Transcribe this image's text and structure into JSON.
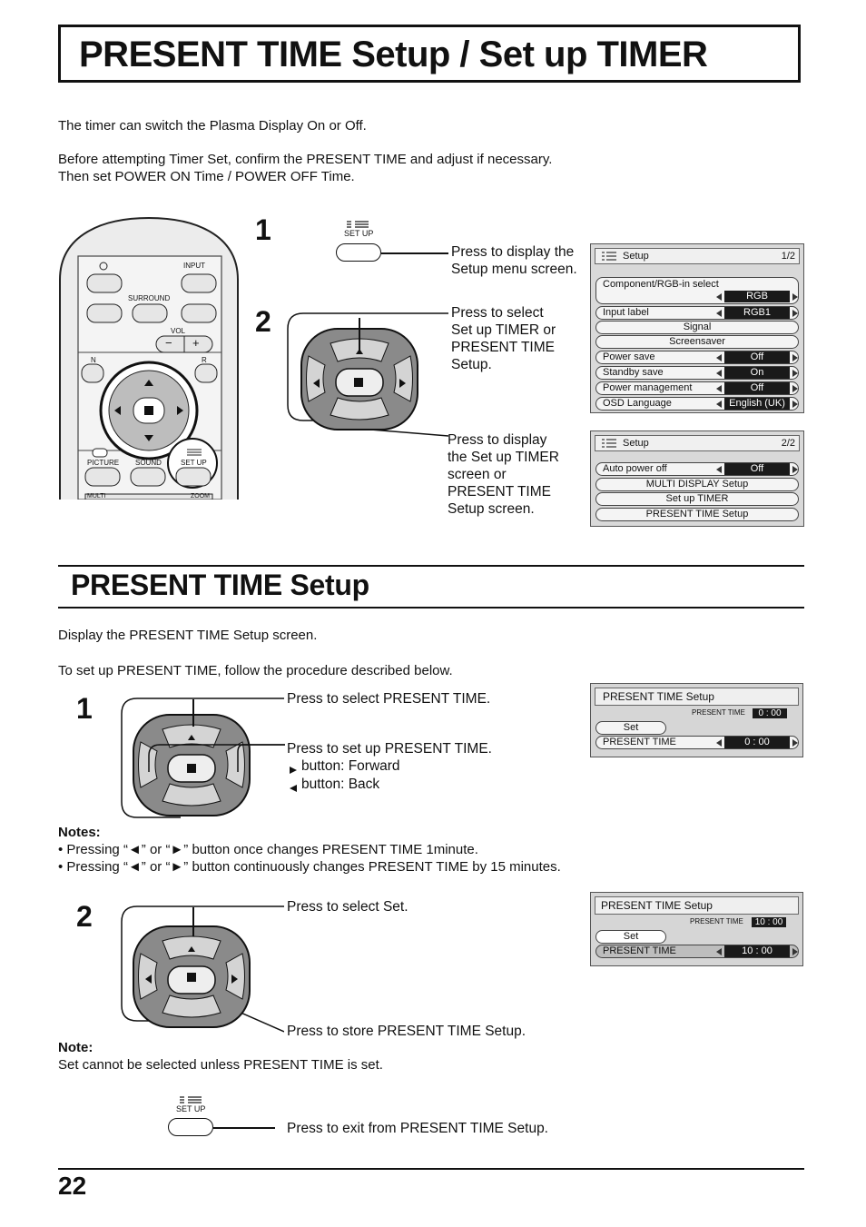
{
  "page_title": "PRESENT TIME Setup / Set up TIMER",
  "intro": {
    "line1": "The timer can switch the Plasma Display On or Off.",
    "line2": "Before attempting Timer Set, confirm the PRESENT TIME and adjust if necessary.",
    "line3": "Then set POWER ON Time / POWER OFF Time."
  },
  "steps_top": {
    "step1_num": "1",
    "step2_num": "2",
    "setup_icon_label": "SET UP",
    "callout1_l1": "Press to display the",
    "callout1_l2": "Setup menu screen.",
    "callout2_l1": "Press to select",
    "callout2_l2": "Set up TIMER or",
    "callout2_l3": "PRESENT TIME",
    "callout2_l4": "Setup.",
    "callout3_l1": "Press to display",
    "callout3_l2": "the Set up TIMER",
    "callout3_l3": "screen or",
    "callout3_l4": "PRESENT TIME",
    "callout3_l5": "Setup screen."
  },
  "remote": {
    "input": "INPUT",
    "surround": "SURROUND",
    "vol": "VOL",
    "minus": "−",
    "plus": "+",
    "n": "N",
    "r": "R",
    "picture": "PICTURE",
    "sound": "SOUND",
    "setup": "SET UP",
    "multi": "MULTI",
    "zoom": "ZOOM"
  },
  "menu1": {
    "title": "Setup",
    "page": "1/2",
    "rows": [
      {
        "label": "Component/RGB-in  select",
        "value": "RGB"
      },
      {
        "label": "Input label",
        "value": "RGB1"
      },
      {
        "label": "Signal"
      },
      {
        "label": "Screensaver"
      },
      {
        "label": "Power save",
        "value": "Off"
      },
      {
        "label": "Standby save",
        "value": "On"
      },
      {
        "label": "Power management",
        "value": "Off"
      },
      {
        "label": "OSD  Language",
        "value": "English (UK)"
      }
    ]
  },
  "menu2": {
    "title": "Setup",
    "page": "2/2",
    "rows": [
      {
        "label": "Auto power off",
        "value": "Off"
      },
      {
        "label": "MULTI DISPLAY Setup"
      },
      {
        "label": "Set up TIMER"
      },
      {
        "label": "PRESENT  TIME  Setup"
      }
    ]
  },
  "section2": {
    "title": "PRESENT TIME Setup",
    "line1": "Display the PRESENT TIME Setup screen.",
    "line2": "To set up PRESENT TIME, follow the procedure described below.",
    "step1_num": "1",
    "step1_c1": "Press to select PRESENT TIME.",
    "step1_c2": "Press to set up PRESENT TIME.",
    "step1_c3": "button: Forward",
    "step1_c4": "button: Back",
    "notes_title": "Notes:",
    "note1": "• Pressing “◄” or “►” button once changes PRESENT TIME 1minute.",
    "note2": "• Pressing “◄” or “►” button continuously changes PRESENT TIME by 15 minutes.",
    "step2_num": "2",
    "step2_c1": "Press to select Set.",
    "step2_c2": "Press to store PRESENT TIME Setup.",
    "note_title": "Note:",
    "note_text": "Set cannot be selected unless PRESENT TIME is set.",
    "setup_icon_label": "SET UP",
    "exit_text": "Press to exit from PRESENT TIME Setup."
  },
  "screen_a": {
    "title": "PRESENT TIME Setup",
    "small_label": "PRESENT TIME",
    "small_value": "0 : 00",
    "set_label": "Set",
    "row_label": "PRESENT TIME",
    "row_value": "0 : 00"
  },
  "screen_b": {
    "title": "PRESENT TIME Setup",
    "small_label": "PRESENT TIME",
    "small_value": "10 : 00",
    "set_label": "Set",
    "row_label": "PRESENT TIME",
    "row_value": "10 : 00"
  },
  "page_number": "22"
}
